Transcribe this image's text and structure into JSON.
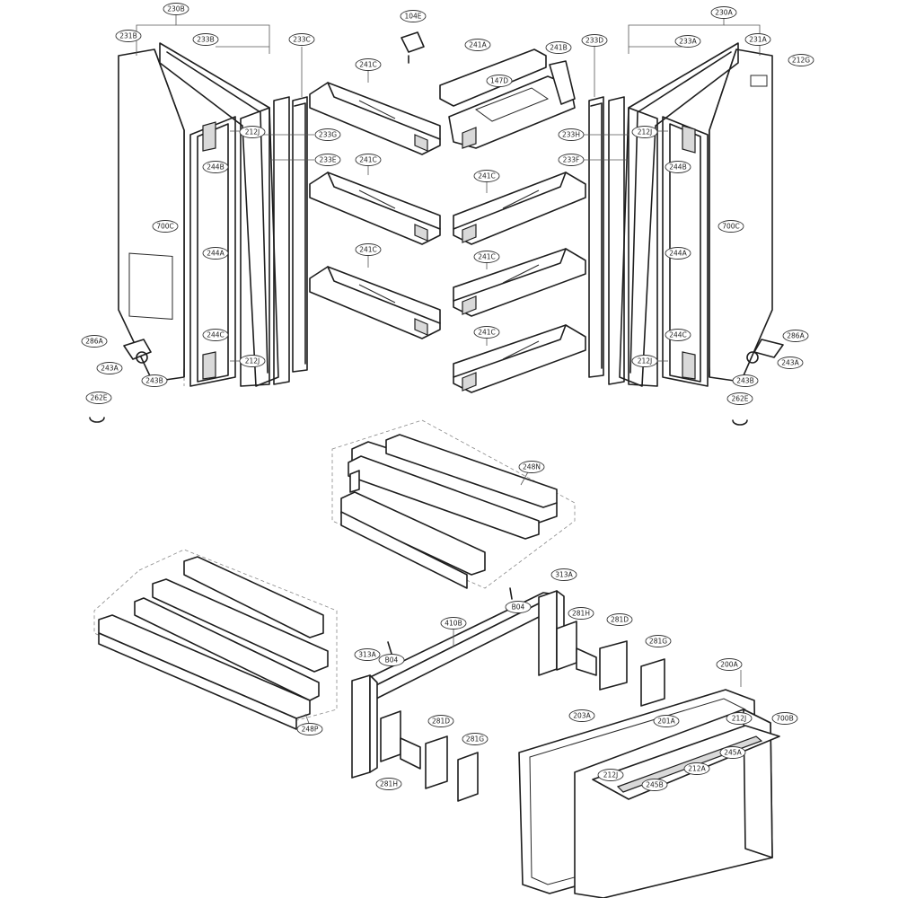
{
  "callouts": [
    "230B",
    "231B",
    "233B",
    "233C",
    "104E",
    "241A",
    "241B",
    "233D",
    "230A",
    "233A",
    "231A",
    "212G",
    "241C",
    "147D",
    "212J",
    "233G",
    "233E",
    "233H",
    "233F",
    "244B",
    "241C",
    "241C",
    "700C",
    "244A",
    "241C",
    "241C",
    "286A",
    "244C",
    "212J",
    "243A",
    "243B",
    "262E",
    "248N",
    "313A",
    "B04",
    "281H",
    "281D",
    "410B",
    "281G",
    "248P",
    "B04",
    "313A",
    "200A",
    "281D",
    "203A",
    "201A",
    "212J",
    "700B",
    "281G",
    "281H",
    "212J",
    "212A",
    "245A",
    "245B",
    "241C",
    "212J",
    "244B",
    "244A",
    "700C",
    "212J",
    "244C",
    "286A",
    "243A",
    "243B",
    "262E"
  ]
}
